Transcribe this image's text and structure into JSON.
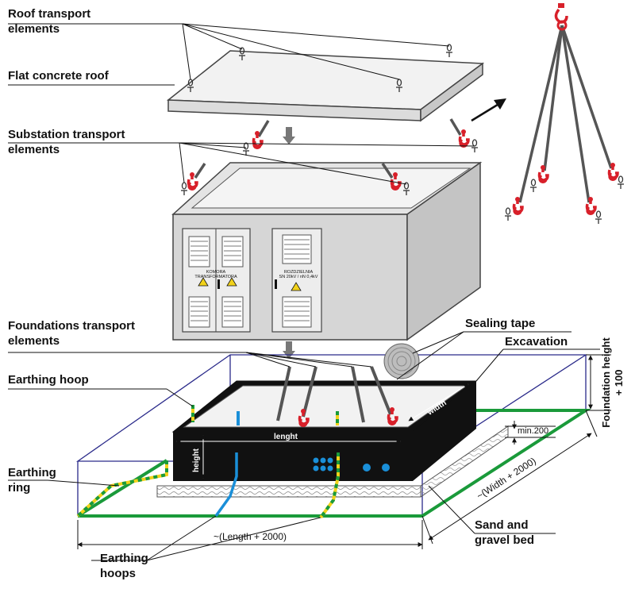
{
  "labels": {
    "roof_transport": [
      "Roof transport",
      "elements"
    ],
    "flat_roof": "Flat concrete roof",
    "substation_transport": [
      "Substation transport",
      "elements"
    ],
    "foundations_transport": [
      "Foundations transport",
      "elements"
    ],
    "sealing_tape": "Sealing tape",
    "excavation": "Excavation",
    "earthing_hoop": "Earthing hoop",
    "earthing_ring": [
      "Earthing",
      "ring"
    ],
    "earthing_hoops": [
      "Earthing",
      "hoops"
    ],
    "sand_gravel": [
      "Sand and",
      "gravel bed"
    ]
  },
  "panels": {
    "transformer": [
      "KOMORA",
      "TRANSFORMATORA"
    ],
    "switchgear": [
      "ROZDZIELNIA",
      "SN 20kV / nN 0,4kV"
    ]
  },
  "dimensions": {
    "length": "lenght",
    "width": "width",
    "height": "height",
    "min_depth": "min.200",
    "foundation_height": [
      "Foundation height",
      "+ 100"
    ],
    "total_length": "~(Length + 2000)",
    "total_width": "~(Width + 2000)"
  },
  "colors": {
    "hook_red": "#d8202a",
    "earthing_green": "#1a9a3a",
    "earthing_yellow": "#f2d21a",
    "earthing_blue": "#1a8fd8",
    "excavation_blue": "#2a2a8a",
    "foundation_black": "#111111"
  }
}
